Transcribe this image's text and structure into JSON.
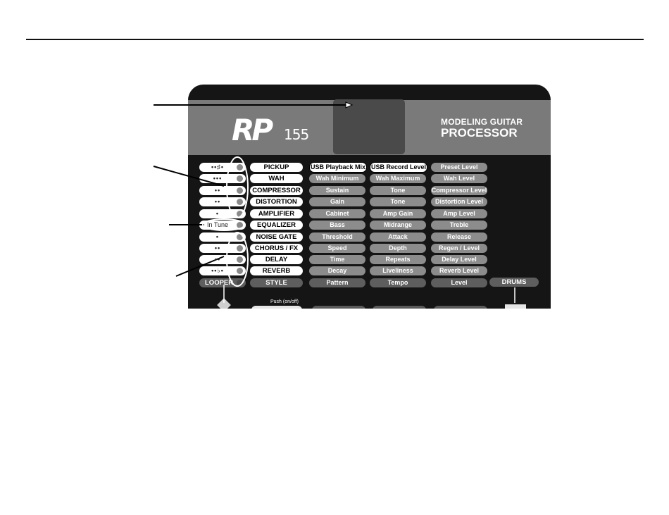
{
  "logo": {
    "text": "RP",
    "number": "155"
  },
  "subtitle": {
    "line1": "MODELING GUITAR",
    "line2": "PROCESSOR"
  },
  "rows": [
    {
      "led": "••♯•",
      "effect": "PICKUP",
      "k1": "USB Playback Mix",
      "k2": "USB Record Level",
      "k3": "Preset Level"
    },
    {
      "led": "•••",
      "effect": "WAH",
      "k1": "Wah Minimum",
      "k2": "Wah Maximum",
      "k3": "Wah Level"
    },
    {
      "led": "••",
      "effect": "COMPRESSOR",
      "k1": "Sustain",
      "k2": "Tone",
      "k3": "Compressor Level"
    },
    {
      "led": "••",
      "effect": "DISTORTION",
      "k1": "Gain",
      "k2": "Tone",
      "k3": "Distortion Level"
    },
    {
      "led": "•",
      "effect": "AMPLIFIER",
      "k1": "Cabinet",
      "k2": "Amp Gain",
      "k3": "Amp Level"
    },
    {
      "led": "In Tune",
      "effect": "EQUALIZER",
      "k1": "Bass",
      "k2": "Midrange",
      "k3": "Treble"
    },
    {
      "led": "•",
      "effect": "NOISE GATE",
      "k1": "Threshold",
      "k2": "Attack",
      "k3": "Release"
    },
    {
      "led": "••",
      "effect": "CHORUS / FX",
      "k1": "Speed",
      "k2": "Depth",
      "k3": "Regen / Level"
    },
    {
      "led": "••",
      "effect": "DELAY",
      "k1": "Time",
      "k2": "Repeats",
      "k3": "Delay Level"
    },
    {
      "led": "••♭•",
      "effect": "REVERB",
      "k1": "Decay",
      "k2": "Liveliness",
      "k3": "Reverb Level"
    },
    {
      "led": "LOOPER",
      "effect": "STYLE",
      "k1": "Pattern",
      "k2": "Tempo",
      "k3": "Level"
    }
  ],
  "drums_label": "DRUMS",
  "push_label": "Push (on/off)",
  "colors": {
    "panel": "#151515",
    "band": "#7a7a7a",
    "display": "#4a4a4a",
    "knob_label": "#8c8c8c"
  }
}
